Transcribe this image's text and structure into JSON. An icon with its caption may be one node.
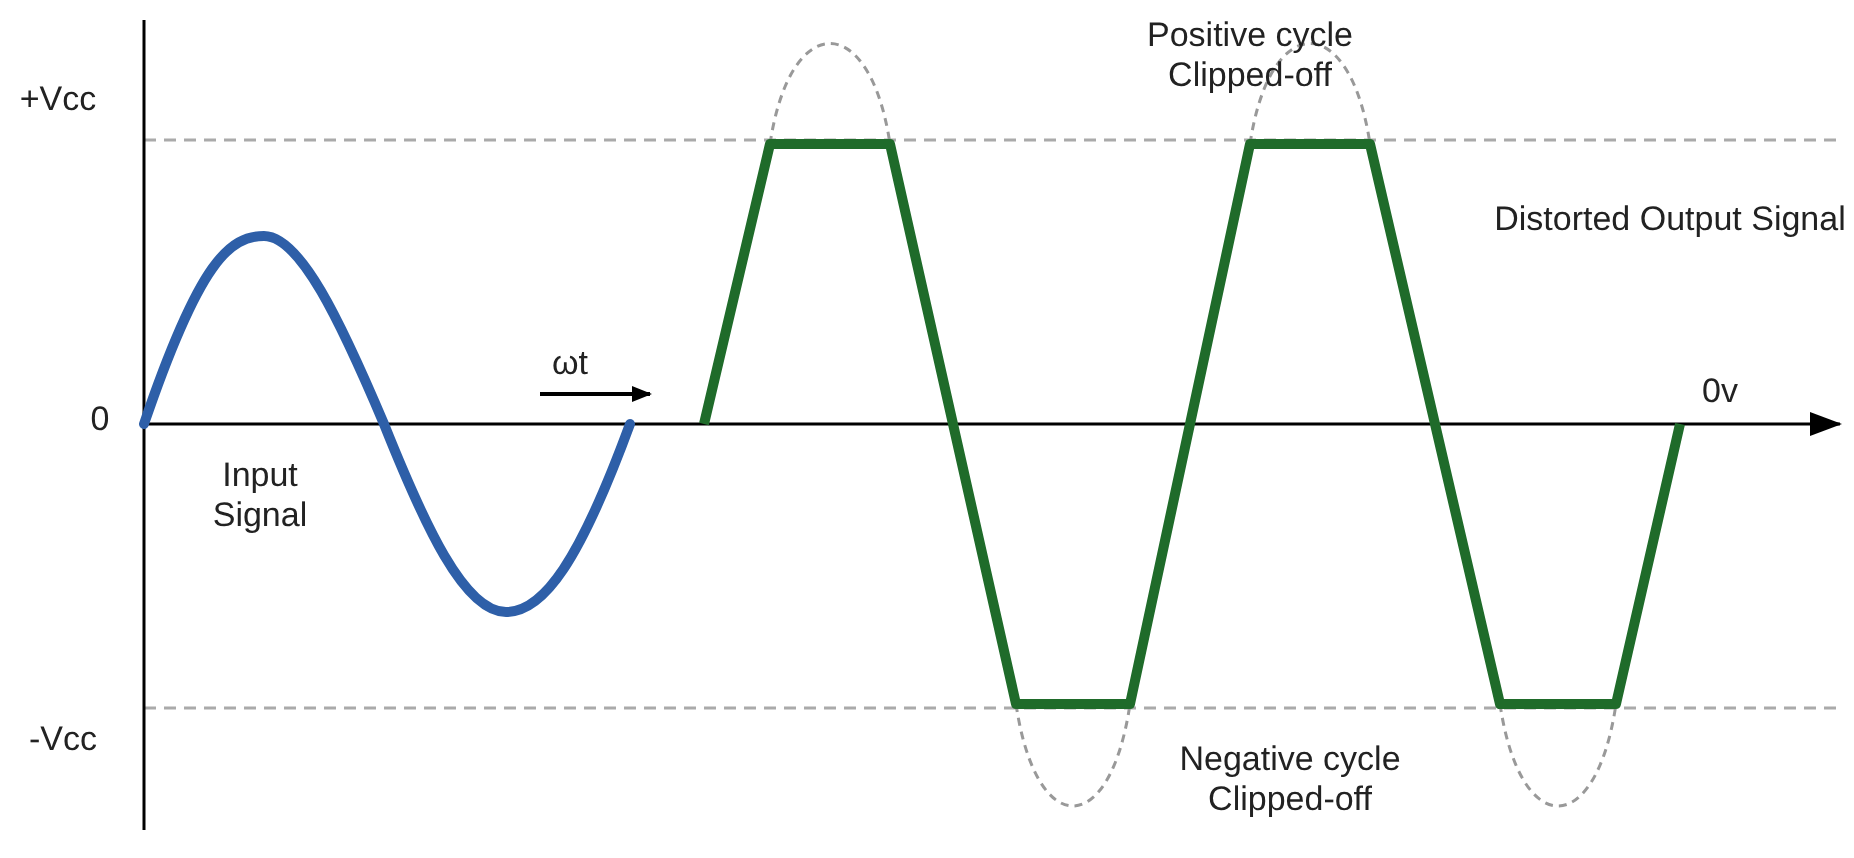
{
  "diagram": {
    "labels": [
      "Positive cycle Clipped-off",
      "+Vcc",
      "Distorted Output Signal",
      "ωt",
      "0",
      "0v",
      "Input Signal",
      "-Vcc",
      "Negative cycle Clipped-off"
    ]
  }
}
